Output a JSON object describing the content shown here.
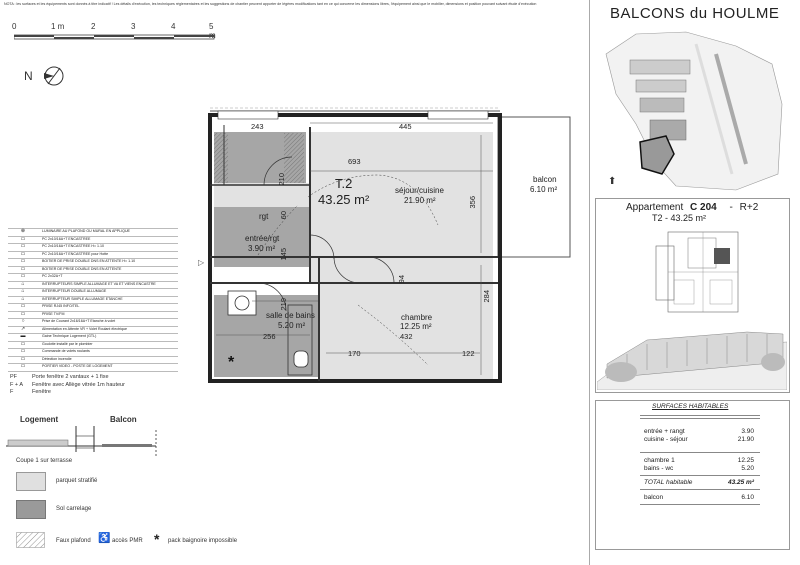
{
  "note": "NOTA : les surfaces et les équipements sont donnés à titre indicatif ! Les détails d'exécution, les techniques réglementaires et les suggestions de chantier peuvent apporter de légères modifications tant en ce qui concerne les dimensions libres, l'équipement ainsi que le mobilier, dimensions et position pouvant suivant étude d'exécution",
  "scale": {
    "labels": [
      "0",
      "1 m",
      "2",
      "3",
      "4",
      "5 m"
    ]
  },
  "title": "BALCONS du HOULME",
  "apartment": {
    "label": "Appartement",
    "code": "C 204",
    "separator": "-",
    "level": "R+2",
    "type_surface": "T2 - 43.25 m²"
  },
  "plan": {
    "main": {
      "type": "T.2",
      "surface": "43.25 m²"
    },
    "rooms": [
      {
        "name": "séjour/cuisine",
        "area": "21.90 m²"
      },
      {
        "name": "balcon",
        "area": "6.10 m²"
      },
      {
        "name": "entrée/rgt",
        "area": "3.90 m²"
      },
      {
        "name": "rgt",
        "area": ""
      },
      {
        "name": "salle de bains",
        "area": "5.20 m²"
      },
      {
        "name": "chambre",
        "area": "12.25 m²"
      }
    ],
    "dims": [
      "243",
      "445",
      "693",
      "356",
      "210",
      "60",
      "145",
      "94",
      "284",
      "219",
      "256",
      "170",
      "122",
      "432"
    ]
  },
  "legend": {
    "rows": [
      {
        "sym": "⊕",
        "text": "LUMINAIRE AU PLAFOND OU MURAL EN APPLIQUE"
      },
      {
        "sym": "▭",
        "text": "PC 2x10/16A+T ENCASTREE"
      },
      {
        "sym": "▭",
        "text": "PC 2x10/16A+T ENCASTREE H= 1.10"
      },
      {
        "sym": "▭",
        "text": "PC 2x10/16A+T ENCASTREE pour Hotte"
      },
      {
        "sym": "▭",
        "text": "BOITIER DE PRISE DOUBLE DNS EN ATTENTE H= 1.10"
      },
      {
        "sym": "▭",
        "text": "BOITIER DE PRISE DOUBLE DNS EN ATTENTE"
      },
      {
        "sym": "▭",
        "text": "PC 2x32A+T"
      },
      {
        "sym": "⌂",
        "text": "INTERRUPTEURS SIMPLE ALLUMAGE ET VA ET VIENS ENCASTRE"
      },
      {
        "sym": "⌂",
        "text": "INTERRUPTEUR DOUBLE ALLUMAGE"
      },
      {
        "sym": "⌂",
        "text": "INTERRUPTEUR SIMPLE ALLUMAGE ETANCHE"
      },
      {
        "sym": "▭",
        "text": "PRISE RJ45 INFO/TEL"
      },
      {
        "sym": "▭",
        "text": "PRISE TV/FM"
      },
      {
        "sym": "○",
        "text": "Prise de Courant 2x16/16A+T Etanche à volet"
      },
      {
        "sym": "↗",
        "text": "Alimentation en Attente VR + Volet Roulant électrique"
      },
      {
        "sym": "▬",
        "text": "Gaine Technique Logement (GTL)"
      },
      {
        "sym": "▭",
        "text": "Goulotte installé par le plombier"
      },
      {
        "sym": "▭",
        "text": "Commande de volets roulants"
      },
      {
        "sym": "▭",
        "text": "Détection incendie"
      },
      {
        "sym": "▭",
        "text": "PORTIER VIDEO - POSTE DE LOGEMENT"
      }
    ],
    "windows": [
      {
        "code": "PF",
        "text": "Porte fenêtre 2 vantaux + 1 fixe"
      },
      {
        "code": "F + A",
        "text": "Fenêtre avec Allège vitrée 1m hauteur"
      },
      {
        "code": "F",
        "text": "Fenêtre"
      }
    ]
  },
  "section": {
    "left": "Logement",
    "right": "Balcon",
    "caption": "Coupe 1 sur terrasse"
  },
  "materials": [
    {
      "name": "parquet stratifié",
      "color": "#e0e0e0"
    },
    {
      "name": "Sol carrelage",
      "color": "#9a9a9a"
    }
  ],
  "bottom_legend": [
    {
      "name": "Faux plafond"
    },
    {
      "name": "accès PMR",
      "icon": "wheelchair-icon"
    },
    {
      "name": "pack baignoire impossible",
      "icon": "asterisk-icon",
      "sym": "*"
    }
  ],
  "surfaces": {
    "title": "SURFACES HABITABLES",
    "rows": [
      {
        "label": "entrée + rangt",
        "value": "3.90"
      },
      {
        "label": "cuisine - séjour",
        "value": "21.90"
      },
      {
        "label": "chambre 1",
        "value": "12.25"
      },
      {
        "label": "bains - wc",
        "value": "5.20"
      },
      {
        "label": "TOTAL habitable",
        "value": "43.25 m²"
      },
      {
        "label": "balcon",
        "value": "6.10"
      }
    ]
  }
}
